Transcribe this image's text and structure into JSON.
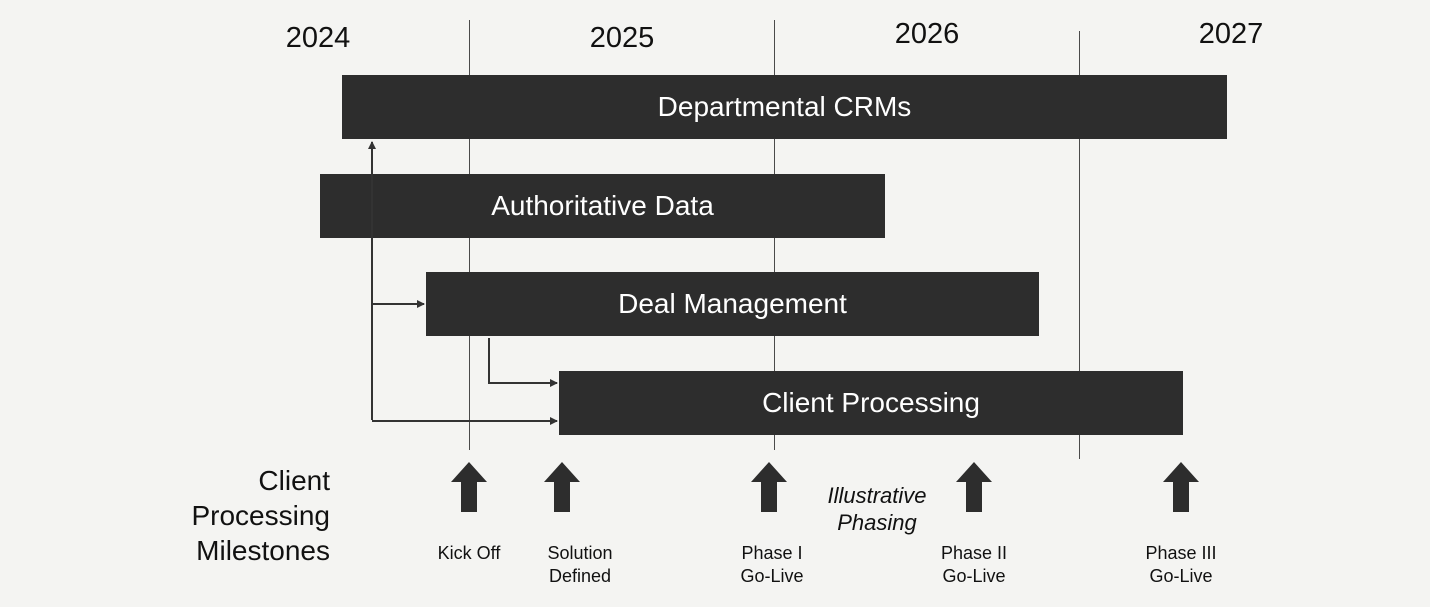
{
  "years": [
    "2024",
    "2025",
    "2026",
    "2027"
  ],
  "bars": [
    {
      "label": "Departmental CRMs"
    },
    {
      "label": "Authoritative Data"
    },
    {
      "label": "Deal Management"
    },
    {
      "label": "Client Processing"
    }
  ],
  "milestones_title": "Client\nProcessing\nMilestones",
  "milestones": [
    {
      "label": "Kick Off",
      "icon": "up-arrow-icon"
    },
    {
      "label": "Solution\nDefined",
      "icon": "up-arrow-icon"
    },
    {
      "label": "Phase I\nGo-Live",
      "icon": "up-arrow-icon"
    },
    {
      "label": "Phase II\nGo-Live",
      "icon": "up-arrow-icon"
    },
    {
      "label": "Phase III\nGo-Live",
      "icon": "up-arrow-icon"
    }
  ],
  "note": "Illustrative\nPhasing",
  "colors": {
    "background": "#f4f4f2",
    "bar": "#2d2d2d",
    "bar_text": "#ffffff",
    "line": "#4a4a4a"
  }
}
